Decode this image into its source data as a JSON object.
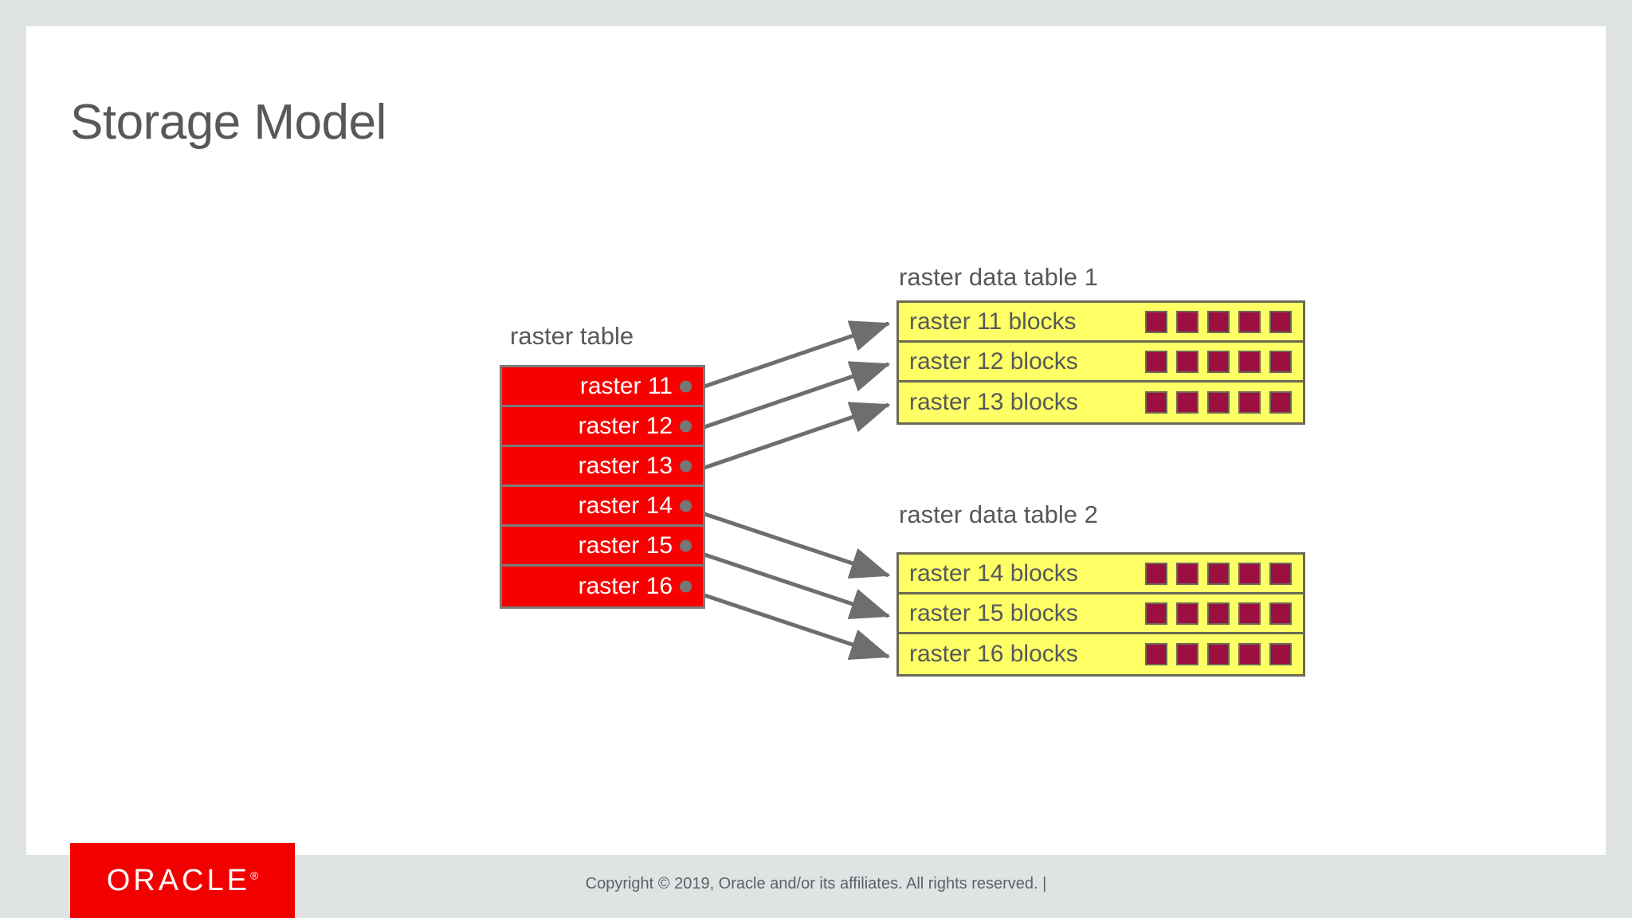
{
  "slide": {
    "title": "Storage Model",
    "background_color": "#ffffff",
    "outer_color": "#dfe3e3"
  },
  "diagram": {
    "raster_table": {
      "label": "raster table",
      "fill_color": "#f80000",
      "text_color": "#ffffff",
      "border_color": "#7b7b7b",
      "rows": [
        {
          "label": "raster 11"
        },
        {
          "label": "raster 12"
        },
        {
          "label": "raster 13"
        },
        {
          "label": "raster 14"
        },
        {
          "label": "raster 15"
        },
        {
          "label": "raster 16"
        }
      ]
    },
    "raster_data_tables": [
      {
        "label": "raster data table 1",
        "fill_color": "#ffff66",
        "text_color": "#56595a",
        "border_color": "#6a6a55",
        "block_color": "#9b1040",
        "rows": [
          {
            "label": "raster 11 blocks",
            "blocks": 5
          },
          {
            "label": "raster 12 blocks",
            "blocks": 5
          },
          {
            "label": "raster 13 blocks",
            "blocks": 5
          }
        ]
      },
      {
        "label": "raster data table 2",
        "fill_color": "#ffff66",
        "text_color": "#56595a",
        "border_color": "#6a6a55",
        "block_color": "#9b1040",
        "rows": [
          {
            "label": "raster 14 blocks",
            "blocks": 5
          },
          {
            "label": "raster 15 blocks",
            "blocks": 5
          },
          {
            "label": "raster 16 blocks",
            "blocks": 5
          }
        ]
      }
    ],
    "connectors": {
      "line_color": "#6e6e6e",
      "dot_color": "#767676",
      "mappings": [
        {
          "from": "raster 11",
          "to": "raster 11 blocks"
        },
        {
          "from": "raster 12",
          "to": "raster 12 blocks"
        },
        {
          "from": "raster 13",
          "to": "raster 13 blocks"
        },
        {
          "from": "raster 14",
          "to": "raster 14 blocks"
        },
        {
          "from": "raster 15",
          "to": "raster 15 blocks"
        },
        {
          "from": "raster 16",
          "to": "raster 16 blocks"
        }
      ]
    }
  },
  "footer": {
    "logo_text": "ORACLE",
    "logo_registered_mark": "®",
    "logo_color": "#f20000",
    "copyright": "Copyright © 2019, Oracle and/or its affiliates. All rights reserved.  |"
  }
}
